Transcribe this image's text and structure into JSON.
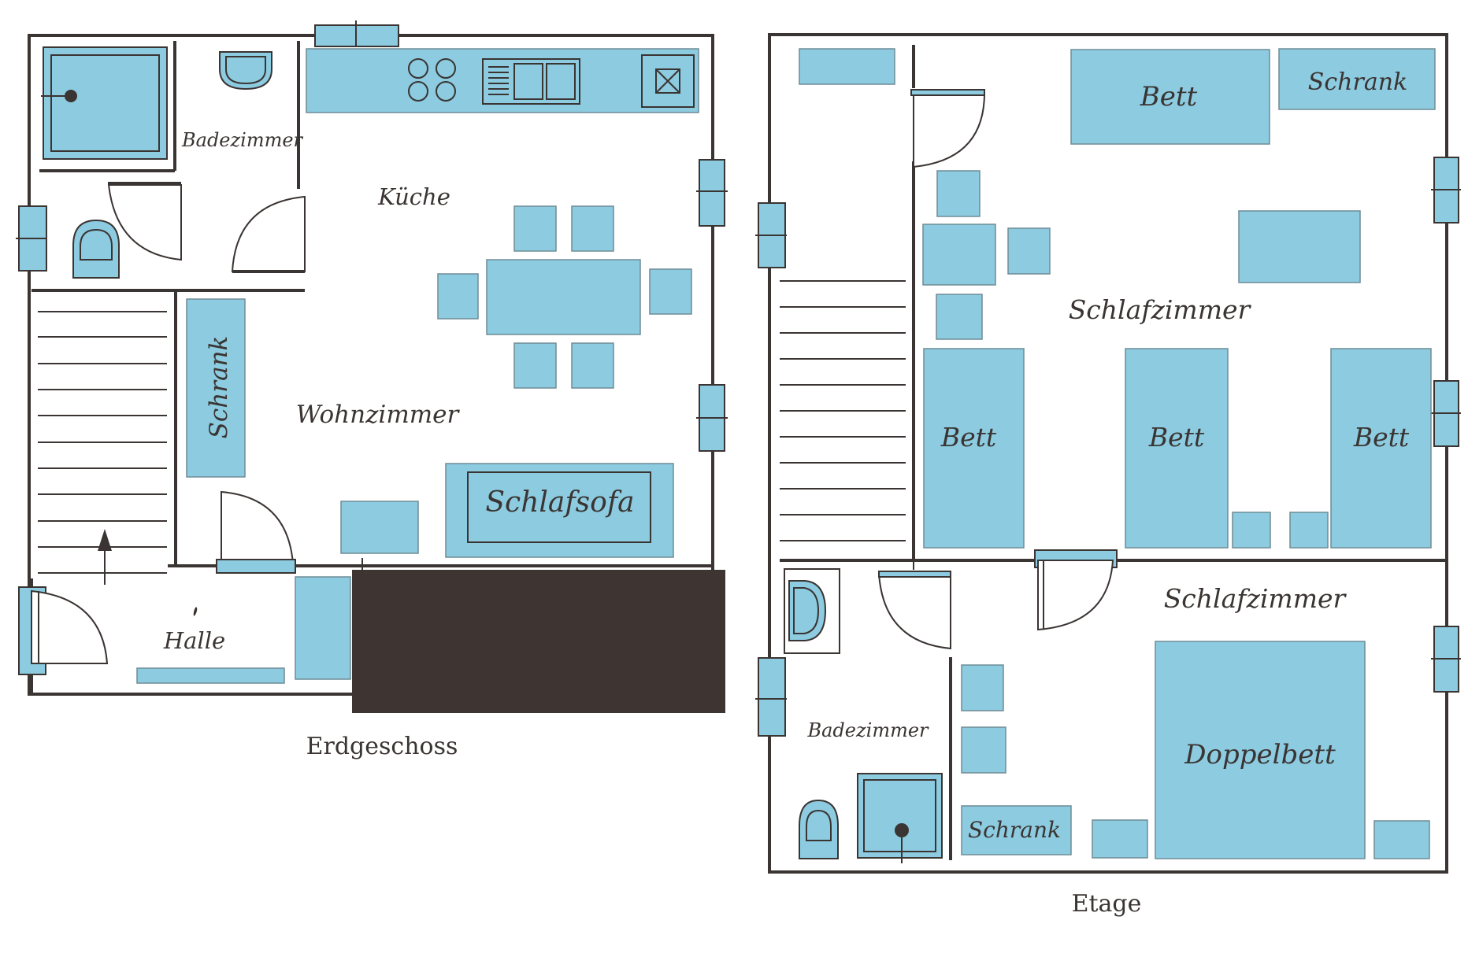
{
  "colors": {
    "wall": "#3a3432",
    "furniture": "#8ccbe0",
    "terrace": "#3e3533",
    "background": "#ffffff"
  },
  "ground_floor": {
    "caption": "Erdgeschoss",
    "rooms": {
      "bathroom": "Badezimmer",
      "kitchen": "Küche",
      "living_room": "Wohnzimmer",
      "hall": "Halle"
    },
    "furniture": {
      "wardrobe": "Schrank",
      "sofa_bed": "Schlafsofa"
    }
  },
  "upper_floor": {
    "caption": "Etage",
    "rooms": {
      "bedroom_1": "Schlafzimmer",
      "bedroom_2": "Schlafzimmer",
      "bathroom": "Badezimmer"
    },
    "furniture": {
      "bed_top": "Bett",
      "wardrobe_top": "Schrank",
      "bed_left": "Bett",
      "bed_middle": "Bett",
      "bed_right": "Bett",
      "double_bed": "Doppelbett",
      "wardrobe_bottom": "Schrank"
    }
  }
}
